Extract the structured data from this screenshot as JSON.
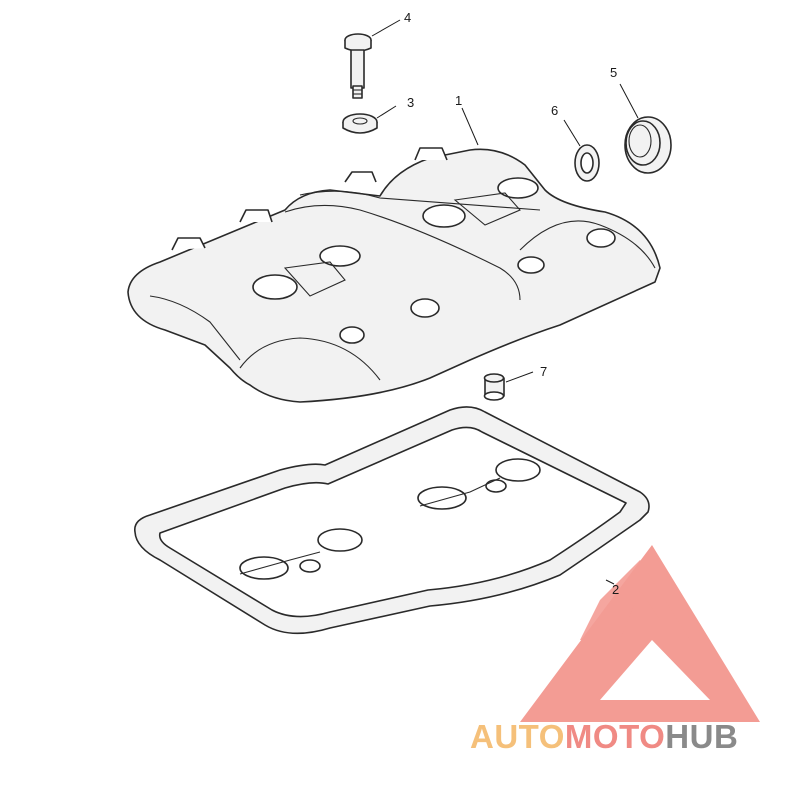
{
  "callouts": [
    {
      "id": "1",
      "label": "1"
    },
    {
      "id": "2",
      "label": "2"
    },
    {
      "id": "3",
      "label": "3"
    },
    {
      "id": "4",
      "label": "4"
    },
    {
      "id": "5",
      "label": "5"
    },
    {
      "id": "6",
      "label": "6"
    },
    {
      "id": "7",
      "label": "7"
    }
  ],
  "watermark": {
    "part1": "AUTO",
    "part2": "MOTO",
    "part3": "HUB",
    "colors": {
      "part1": "#f5c07a",
      "part2": "#f08a84",
      "part3": "#8a8a8a",
      "triangle": "#f28b82"
    }
  }
}
